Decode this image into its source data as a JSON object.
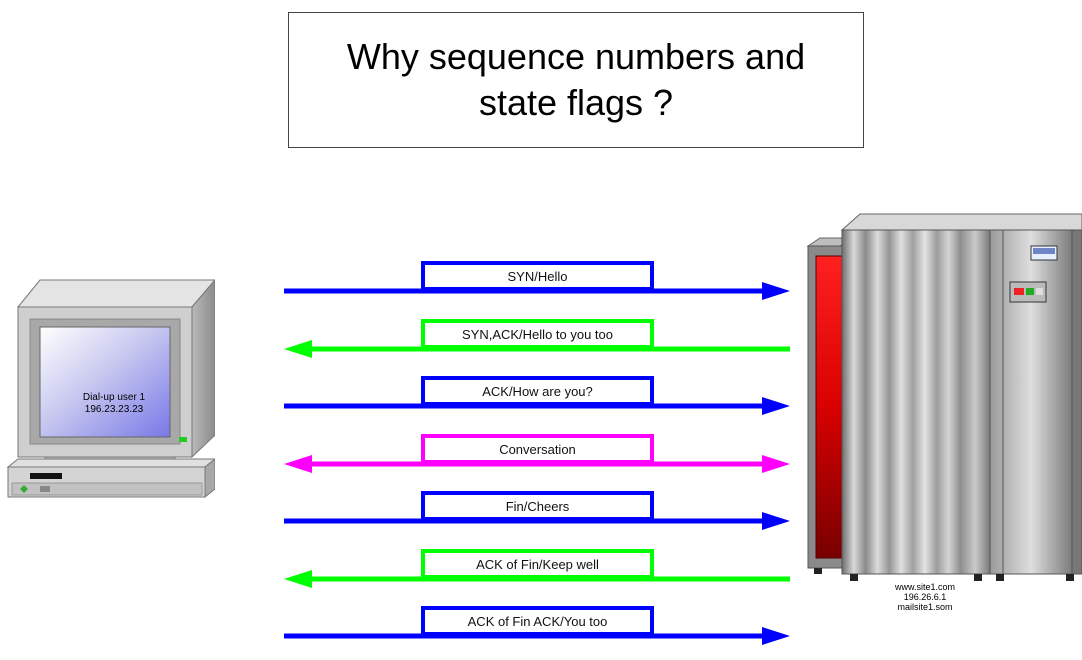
{
  "title": {
    "line1": "Why sequence numbers and",
    "line2": "state flags ?"
  },
  "client": {
    "name": "Dial-up user 1",
    "ip": "196.23.23.23"
  },
  "server": {
    "host": "www.site1.com",
    "ip": "196.26.6.1",
    "mail": "mailsite1.som"
  },
  "colors": {
    "client_to_server": "#0000ff",
    "server_to_client": "#00ff00",
    "both_ways": "#ff00ff"
  },
  "messages": [
    {
      "label": "SYN/Hello",
      "direction": "client-to-server",
      "color": "#0000ff"
    },
    {
      "label": "SYN,ACK/Hello to you too",
      "direction": "server-to-client",
      "color": "#00ff00"
    },
    {
      "label": "ACK/How are you?",
      "direction": "client-to-server",
      "color": "#0000ff"
    },
    {
      "label": "Conversation",
      "direction": "both",
      "color": "#ff00ff"
    },
    {
      "label": "Fin/Cheers",
      "direction": "client-to-server",
      "color": "#0000ff"
    },
    {
      "label": "ACK of Fin/Keep well",
      "direction": "server-to-client",
      "color": "#00ff00"
    },
    {
      "label": "ACK of Fin ACK/You too",
      "direction": "client-to-server",
      "color": "#0000ff"
    }
  ]
}
